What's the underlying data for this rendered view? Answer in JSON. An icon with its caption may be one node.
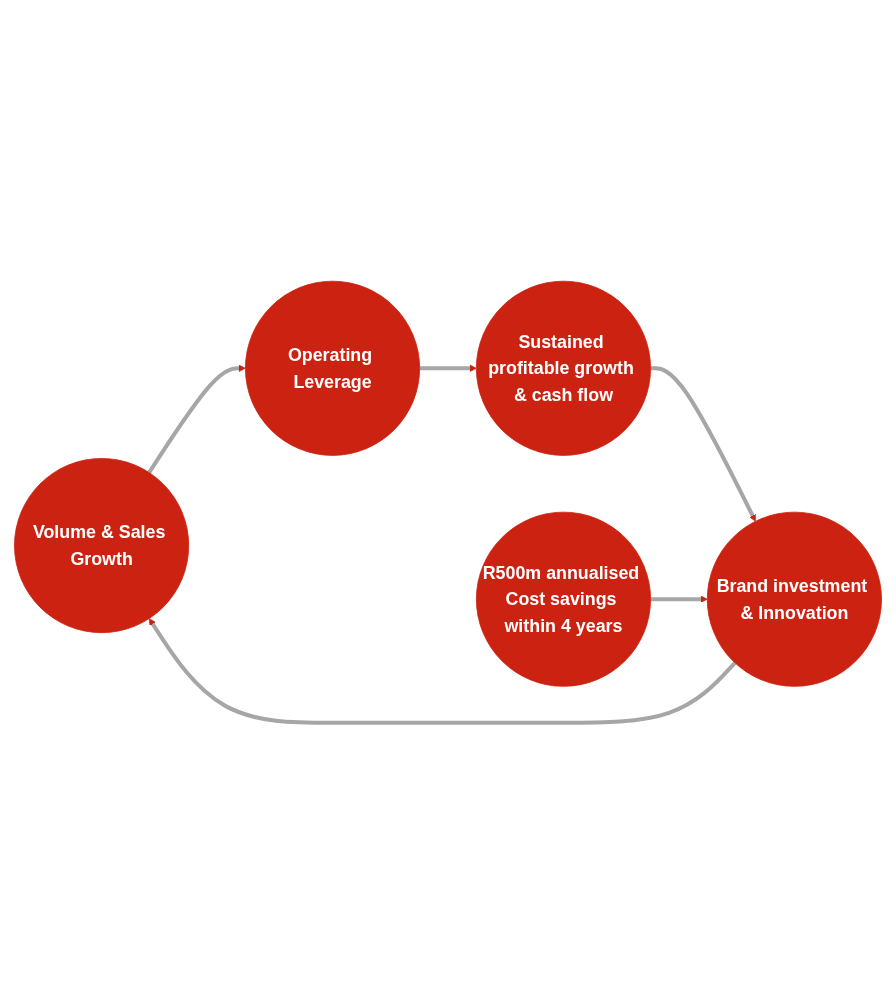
{
  "diagram": {
    "nodes": [
      {
        "text": [
          "Volume & Sales Growth"
        ]
      },
      {
        "text": [
          "Operating Leverage"
        ]
      },
      {
        "text": [
          "Sustained profitable growth & cash flow"
        ]
      },
      {
        "text": [
          "Brand investment & Innovation"
        ]
      },
      {
        "text": [
          "R500m annualised Cost savings within 4 years"
        ]
      }
    ],
    "edges": [
      {
        "from": 0,
        "to": 1,
        "arrow": "to"
      },
      {
        "from": 1,
        "to": 2,
        "arrow": "to"
      },
      {
        "from": 2,
        "to": 3,
        "arrow": "to"
      },
      {
        "from": 4,
        "to": 3,
        "arrow": "to"
      },
      {
        "from": 3,
        "to": 0,
        "arrow": "to"
      }
    ]
  }
}
